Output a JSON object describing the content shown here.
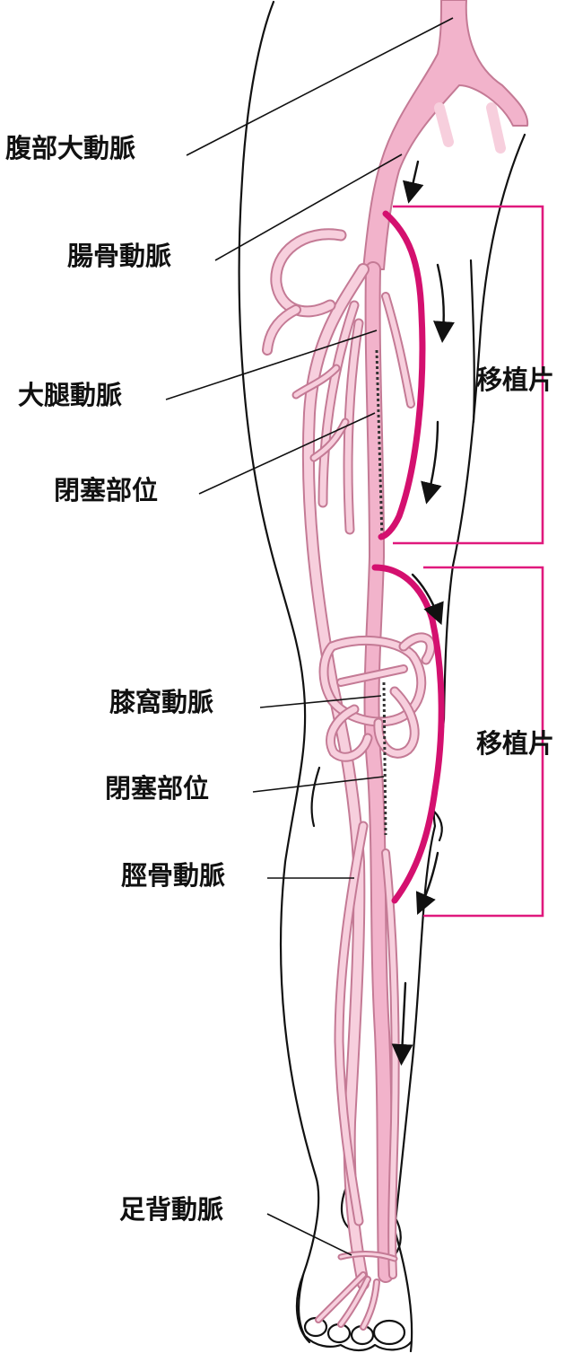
{
  "labels": {
    "abdominal_aorta": "腹部大動脈",
    "iliac_artery": "腸骨動脈",
    "femoral_artery": "大腿動脈",
    "occlusion_upper": "閉塞部位",
    "popliteal_artery": "膝窩動脈",
    "occlusion_lower": "閉塞部位",
    "tibial_artery": "脛骨動脈",
    "dorsalis_pedis_artery": "足背動脈",
    "graft_upper": "移植片",
    "graft_lower": "移植片"
  },
  "colors": {
    "artery_fill": "#f2b3cb",
    "artery_light": "#f7cfdd",
    "artery_outline": "#c47a95",
    "graft": "#d4106f",
    "bracket": "#e0197d",
    "outline": "#111111"
  }
}
